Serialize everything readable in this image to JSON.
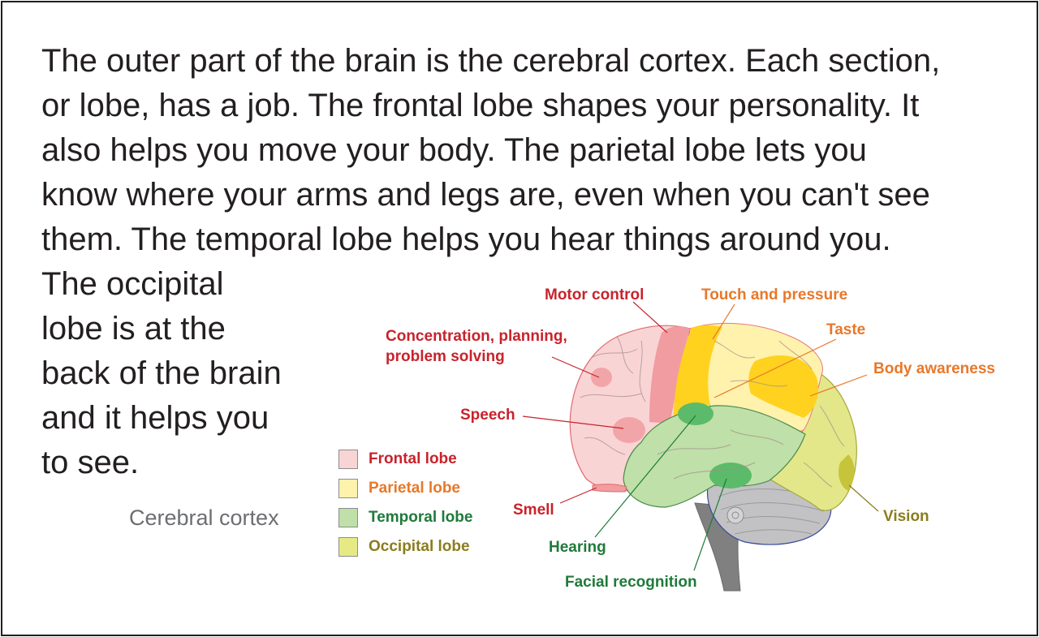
{
  "paragraph": {
    "lines_full": [
      "The outer part of the brain is the cerebral cortex. Each section,",
      "or lobe, has a job. The frontal lobe shapes your personality. It",
      "also helps you move your body. The parietal lobe lets you",
      "know where your arms and legs are, even when you can't see",
      "them. The temporal lobe helps you hear things around you."
    ],
    "lines_narrow": [
      "The occipital",
      "lobe is at the",
      "back of the brain",
      "and it helps you",
      "to see."
    ]
  },
  "caption": "Cerebral cortex",
  "legend": [
    {
      "label": "Frontal lobe",
      "fill": "#f9d4d5",
      "text_color": "#c8232c"
    },
    {
      "label": "Parietal lobe",
      "fill": "#fff2ad",
      "text_color": "#e8782a"
    },
    {
      "label": "Temporal lobe",
      "fill": "#bfe0a8",
      "text_color": "#1f7a3a"
    },
    {
      "label": "Occipital  lobe",
      "fill": "#e6ea84",
      "text_color": "#8a7d1e"
    }
  ],
  "labels": {
    "motor_control": "Motor control",
    "touch_pressure": "Touch and pressure",
    "concentration_1": "Concentration, planning,",
    "concentration_2": "problem solving",
    "taste": "Taste",
    "body_awareness": "Body awareness",
    "speech": "Speech",
    "smell": "Smell",
    "vision": "Vision",
    "hearing": "Hearing",
    "facial_recognition": "Facial recognition"
  },
  "colors": {
    "text": "#231f20",
    "caption": "#6d6e71",
    "red_label": "#c8232c",
    "orange_label": "#e8782a",
    "green_label": "#1f7a3a",
    "olive_label": "#8a7d1e"
  }
}
